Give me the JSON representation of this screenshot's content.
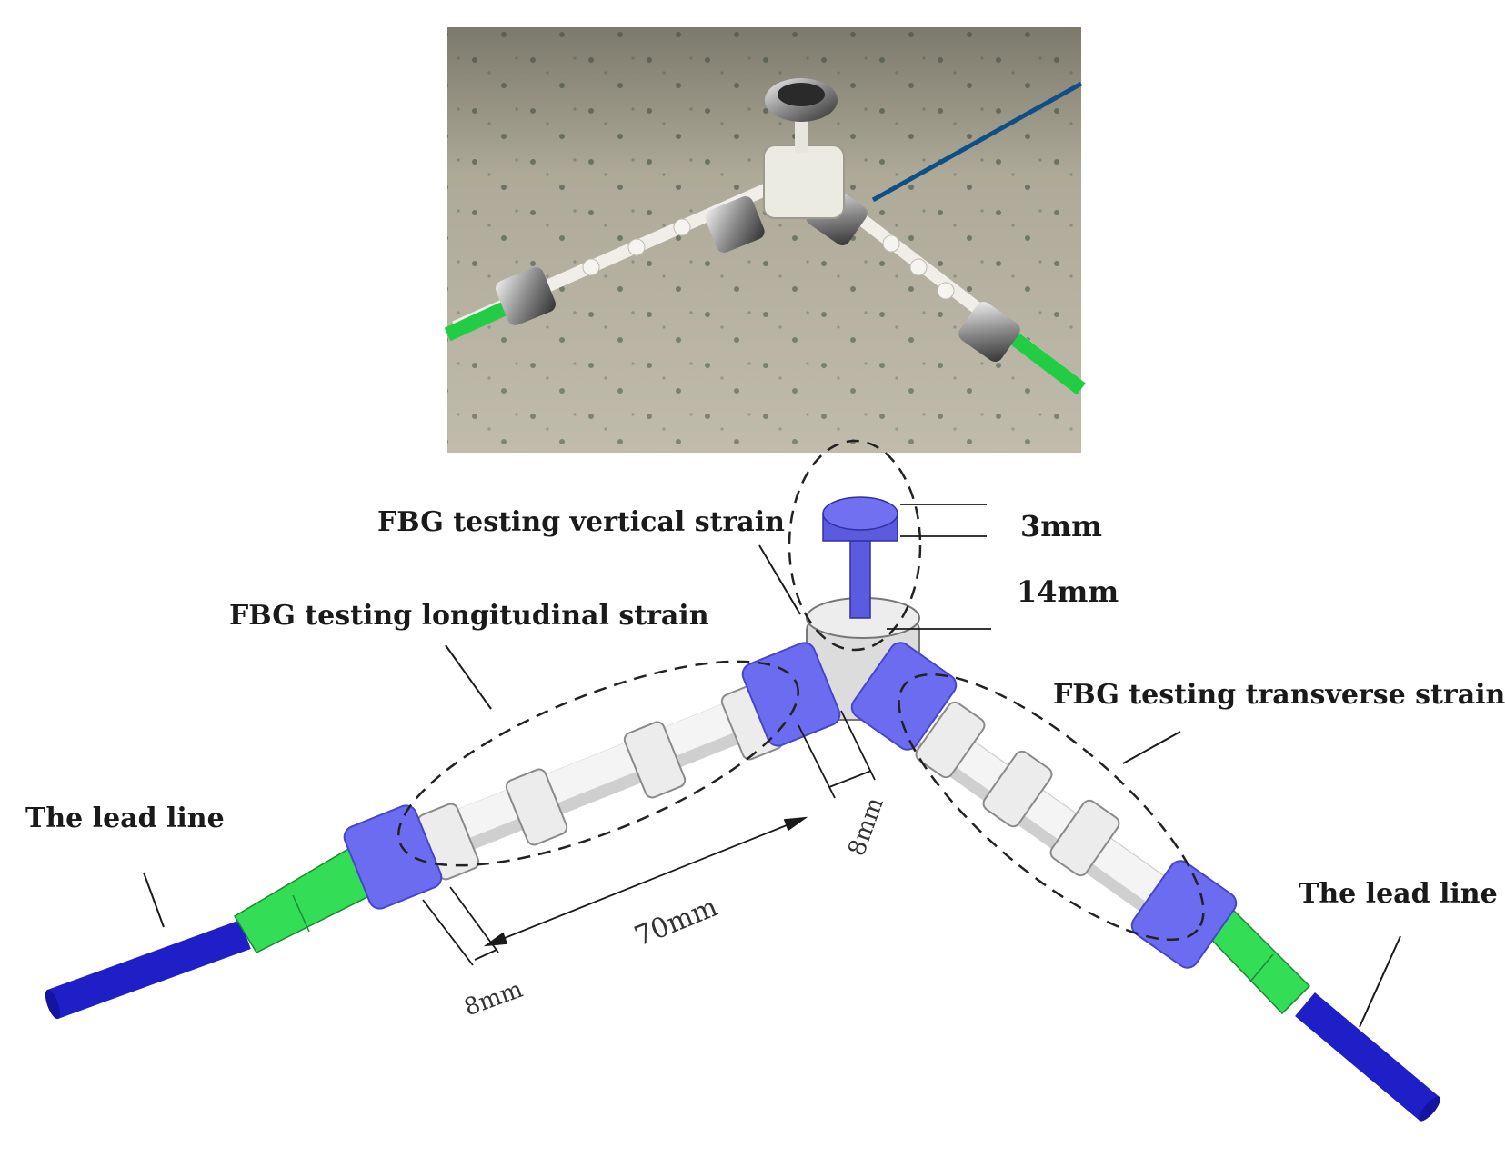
{
  "labels": {
    "vertical": "FBG testing vertical strain",
    "longitudinal": "FBG testing longitudinal strain",
    "transverse": "FBG testing transverse strain",
    "lead_left": "The lead line",
    "lead_right": "The lead line"
  },
  "dimensions": {
    "cap_height": "3mm",
    "post_height": "14mm",
    "span": "70mm",
    "sleeve_left": "8mm",
    "sleeve_center": "8mm"
  },
  "colors": {
    "sleeve": "#6c6cf0",
    "sleeve_dark": "#4646c8",
    "fiber_jacket": "#1f1fc8",
    "connector": "#33dd55",
    "tube": "#e8e8e8",
    "hub": "#dcdcdc"
  }
}
